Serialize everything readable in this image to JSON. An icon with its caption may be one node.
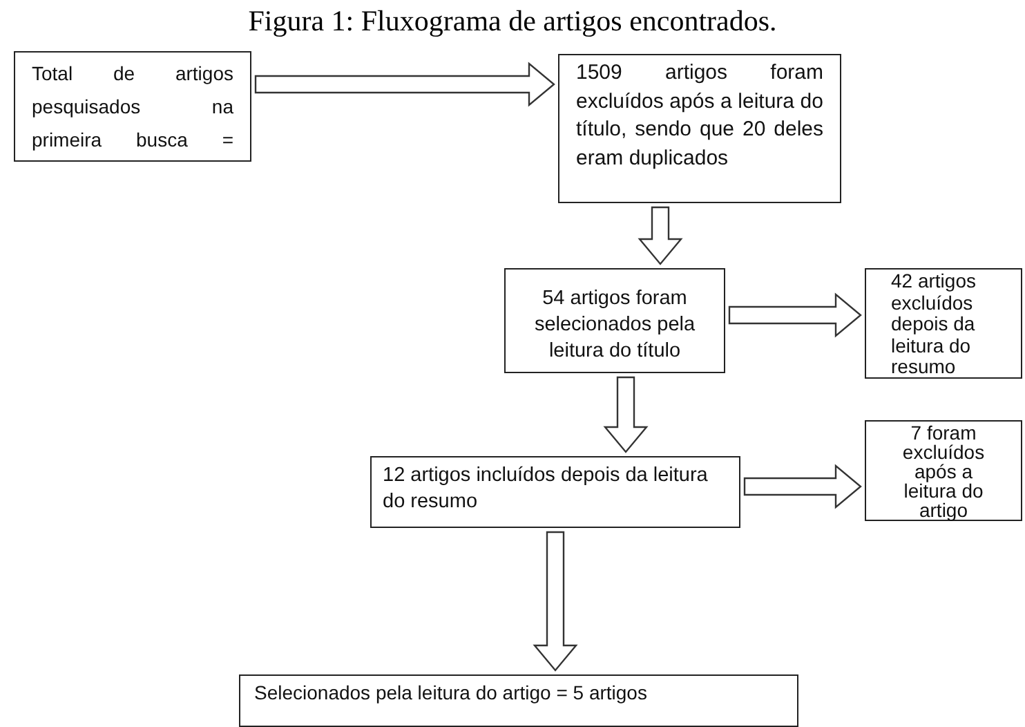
{
  "diagram": {
    "title": "Figura 1: Fluxograma de artigos encontrados.",
    "nodes": [
      {
        "text": [
          "Total de artigos pesquisados na primeira busca ="
        ]
      },
      {
        "text": [
          "1509 artigos foram excluídos após a leitura do título, sendo que 20 deles eram duplicados"
        ]
      },
      {
        "text": [
          "54 artigos foram selecionados pela leitura do título"
        ]
      },
      {
        "text": [
          "42 artigos excluídos depois da leitura do resumo"
        ]
      },
      {
        "text": [
          "12 artigos incluídos depois da leitura do resumo"
        ]
      },
      {
        "text": [
          "7 foram excluídos após a leitura do artigo"
        ]
      },
      {
        "text": [
          "Selecionados pela leitura do artigo = 5 artigos"
        ]
      }
    ],
    "edges": [
      {
        "from": 0,
        "to": 1,
        "arrow": "to"
      },
      {
        "from": 1,
        "to": 2,
        "arrow": "to"
      },
      {
        "from": 2,
        "to": 3,
        "arrow": "to"
      },
      {
        "from": 2,
        "to": 4,
        "arrow": "to"
      },
      {
        "from": 4,
        "to": 5,
        "arrow": "to"
      },
      {
        "from": 4,
        "to": 6,
        "arrow": "to"
      }
    ]
  }
}
